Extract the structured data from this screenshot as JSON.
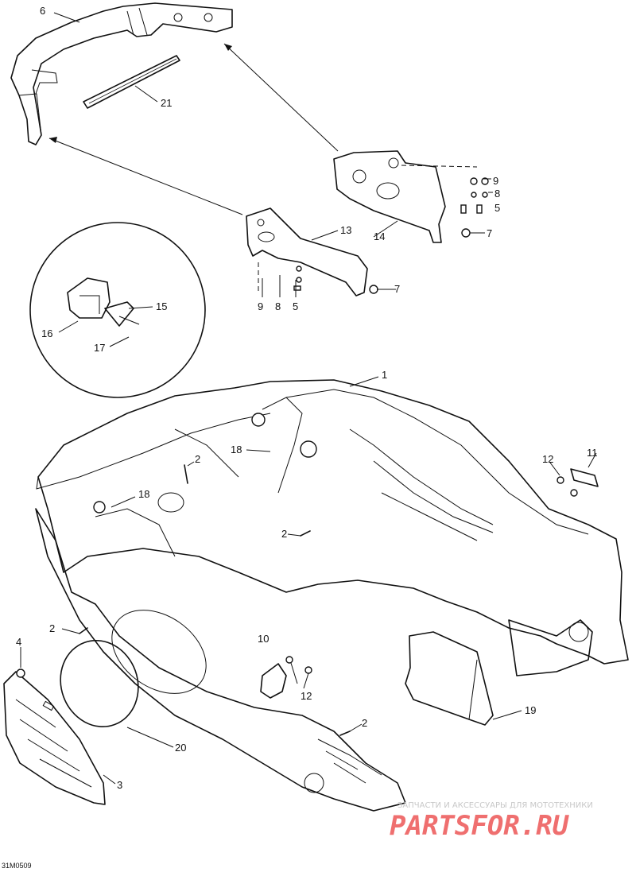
{
  "drawing_code": "31M0509",
  "watermark": {
    "tagline": "ЗАПЧАСТИ И АКСЕССУАРЫ ДЛЯ МОТОТЕХНИКИ",
    "logo": "PARTSFOR.RU"
  },
  "callouts": {
    "c1": "1",
    "c2a": "2",
    "c2b": "2",
    "c2c": "2",
    "c2d": "2",
    "c3": "3",
    "c4": "4",
    "c5a": "5",
    "c5b": "5",
    "c6": "6",
    "c7a": "7",
    "c7b": "7",
    "c8a": "8",
    "c8b": "8",
    "c9a": "9",
    "c9b": "9",
    "c10": "10",
    "c11": "11",
    "c12a": "12",
    "c12b": "12",
    "c13": "13",
    "c14": "14",
    "c15": "15",
    "c16": "16",
    "c17": "17",
    "c18a": "18",
    "c18b": "18",
    "c19": "19",
    "c20": "20",
    "c21": "21"
  }
}
